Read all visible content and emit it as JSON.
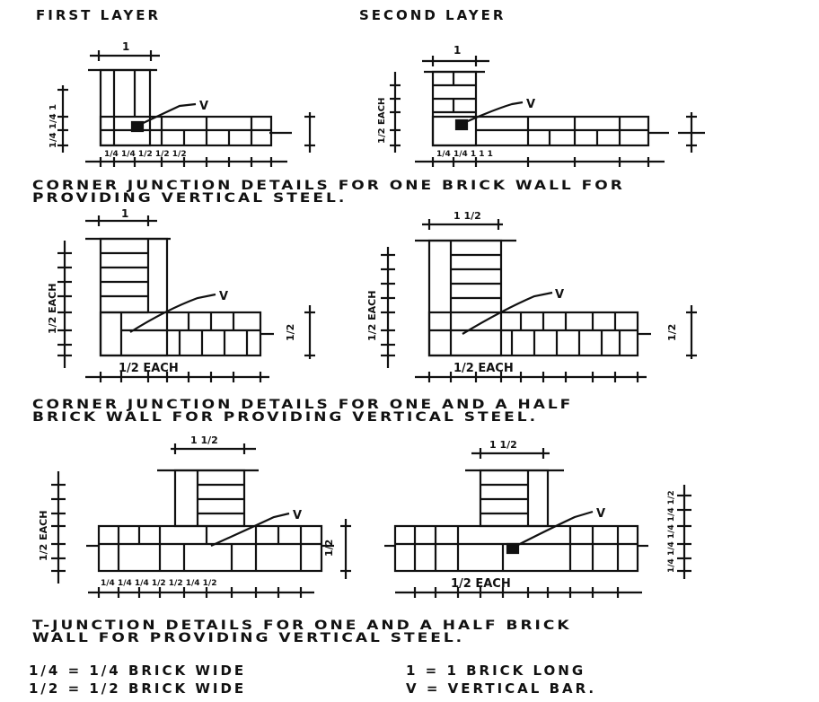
{
  "headers": {
    "first_layer": "FIRST LAYER",
    "second_layer": "SECOND LAYER"
  },
  "captions": {
    "one_brick": [
      "CORNER JUNCTION DETAILS FOR ONE BRICK WALL FOR",
      "PROVIDING VERTICAL STEEL."
    ],
    "one_half_corner": [
      "CORNER JUNCTION DETAILS FOR ONE AND A HALF",
      "BRICK WALL FOR PROVIDING VERTICAL STEEL."
    ],
    "t_junction": [
      "T-JUNCTION DETAILS FOR ONE AND A HALF BRICK",
      "WALL FOR PROVIDING VERTICAL STEEL."
    ]
  },
  "legend": {
    "quarter": "1/4 = 1/4 BRICK WIDE",
    "half": "1/2 = 1/2 BRICK WIDE",
    "one": "1 = 1 BRICK LONG",
    "v": "V = VERTICAL BAR."
  },
  "labels": {
    "v": "V",
    "t1": "1",
    "t1_half": "1 1/2",
    "half_each": "1/2 EACH",
    "half": "1/2",
    "side_half_each": "1/2 EACH",
    "d1_dims": "1/4 1/4 1/2 1/2 1/2",
    "d2_dims": "1/4 1/4  1  1  1",
    "d2_side": "1/2 EACH",
    "d1_side": "1/4 1/4 1",
    "t3_dims": "1/4 1/4 1/4 1/2 1/2 1/4 1/2",
    "t4_side": "1/4 1/4 1/4 1/4 1/2"
  }
}
